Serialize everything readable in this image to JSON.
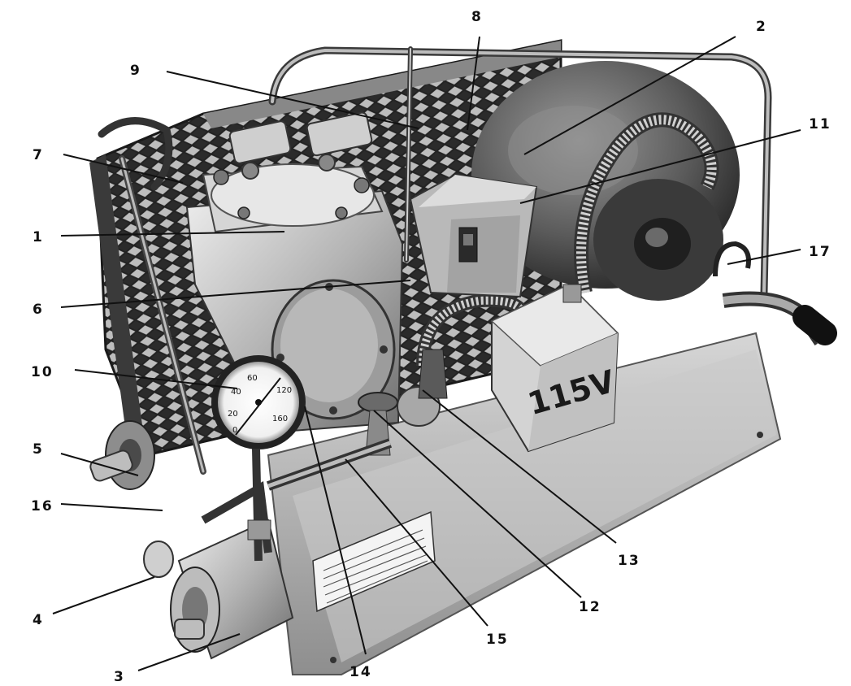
{
  "callouts": [
    {
      "id": "1",
      "label": "1"
    },
    {
      "id": "2",
      "label": "2"
    },
    {
      "id": "3",
      "label": "3"
    },
    {
      "id": "4",
      "label": "4"
    },
    {
      "id": "5",
      "label": "5"
    },
    {
      "id": "6",
      "label": "6"
    },
    {
      "id": "7",
      "label": "7"
    },
    {
      "id": "8",
      "label": "8"
    },
    {
      "id": "9",
      "label": "9"
    },
    {
      "id": "10",
      "label": "10"
    },
    {
      "id": "11",
      "label": "11"
    },
    {
      "id": "12",
      "label": "12"
    },
    {
      "id": "13",
      "label": "13"
    },
    {
      "id": "14",
      "label": "14"
    },
    {
      "id": "15",
      "label": "15"
    },
    {
      "id": "16",
      "label": "16"
    },
    {
      "id": "17",
      "label": "17"
    }
  ],
  "junction_box_text": "115V",
  "gauge_ticks": [
    "0",
    "20",
    "40",
    "60",
    "120",
    "160"
  ],
  "colors": {
    "metal_light": "#d9d9d9",
    "metal_mid": "#a8a8a8",
    "metal_dark": "#4a4a4a",
    "shadow": "#1c1c1c"
  }
}
